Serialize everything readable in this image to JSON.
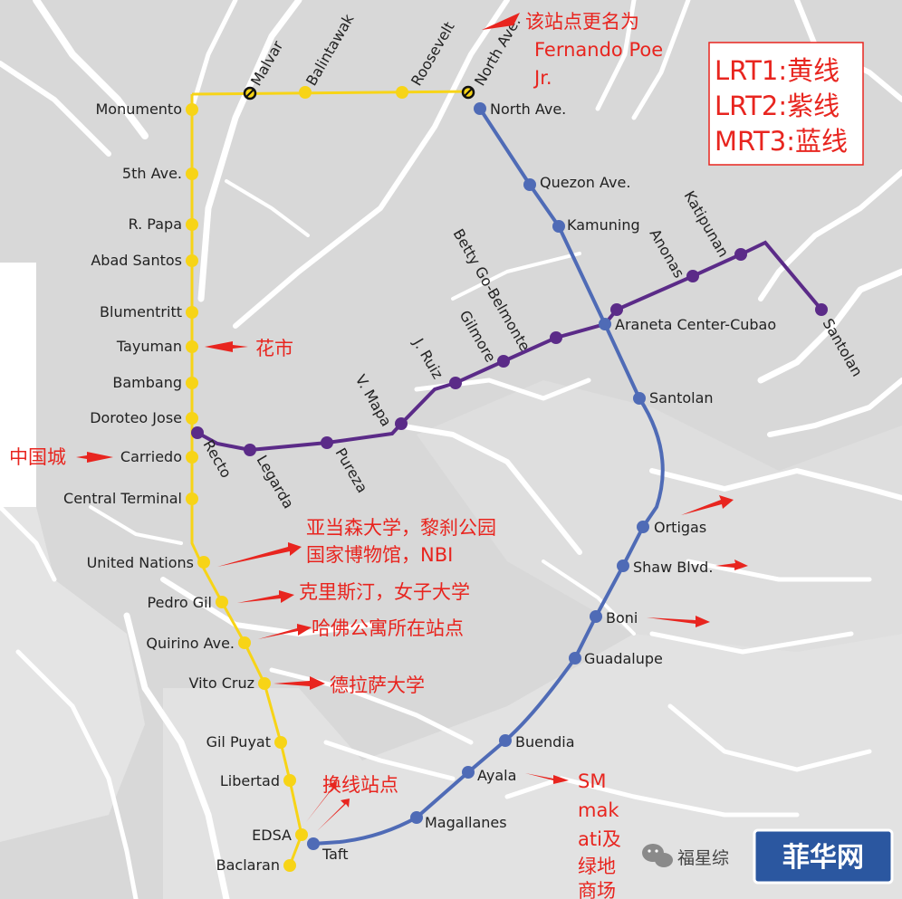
{
  "lines": {
    "lrt1": {
      "name": "LRT1",
      "color": "#f7d417"
    },
    "lrt2": {
      "name": "LRT2",
      "color": "#5b2b88"
    },
    "mrt3": {
      "name": "MRT3",
      "color": "#4f6bb6"
    }
  },
  "stations": {
    "lrt1": [
      "Baclaran",
      "EDSA",
      "Libertad",
      "Gil Puyat",
      "Vito Cruz",
      "Quirino Ave.",
      "Pedro Gil",
      "United Nations",
      "Central Terminal",
      "Carriedo",
      "Doroteo Jose",
      "Bambang",
      "Tayuman",
      "Blumentritt",
      "Abad Santos",
      "R. Papa",
      "5th Ave.",
      "Monumento",
      "Malvar",
      "Balintawak",
      "Roosevelt",
      "North Ave."
    ],
    "lrt2": [
      "Recto",
      "Legarda",
      "Pureza",
      "V. Mapa",
      "J. Ruiz",
      "Gilmore",
      "Betty Go-Belmonte",
      "Araneta Center-Cubao",
      "Anonas",
      "Katipunan",
      "Santolan"
    ],
    "mrt3": [
      "North Ave.",
      "Quezon Ave.",
      "Kamuning",
      "Araneta Center-Cubao",
      "Santolan",
      "Ortigas",
      "Shaw Blvd.",
      "Boni",
      "Guadalupe",
      "Buendia",
      "Ayala",
      "Magallanes",
      "Taft"
    ]
  },
  "annotations": {
    "roosevelt_rename_1": "该站点更名为",
    "roosevelt_rename_2": "Fernando Poe",
    "roosevelt_rename_3": "Jr.",
    "tayuman": "花市",
    "carriedo": "中国城",
    "un_1": "亚当森大学，黎刹公园",
    "un_2": "国家博物馆，NBI",
    "pedro_gil": "克里斯汀，女子大学",
    "quirino": "哈佛公寓所在站点",
    "vito_cruz": "德拉萨大学",
    "transfer": "换线站点",
    "ayala_1": "SM",
    "ayala_2": "mak",
    "ayala_3": "ati及",
    "ayala_4": "绿地",
    "ayala_5": "商场"
  },
  "legend": {
    "line1": "LRT1:黄线",
    "line2": "LRT2:紫线",
    "line3": "MRT3:蓝线"
  },
  "watermark": {
    "text": "福星综",
    "brand": "菲华网"
  },
  "colors": {
    "background": "#d6d6d6",
    "land": "#e6e6e6",
    "road": "#ffffff",
    "annotation": "#e8251f"
  }
}
